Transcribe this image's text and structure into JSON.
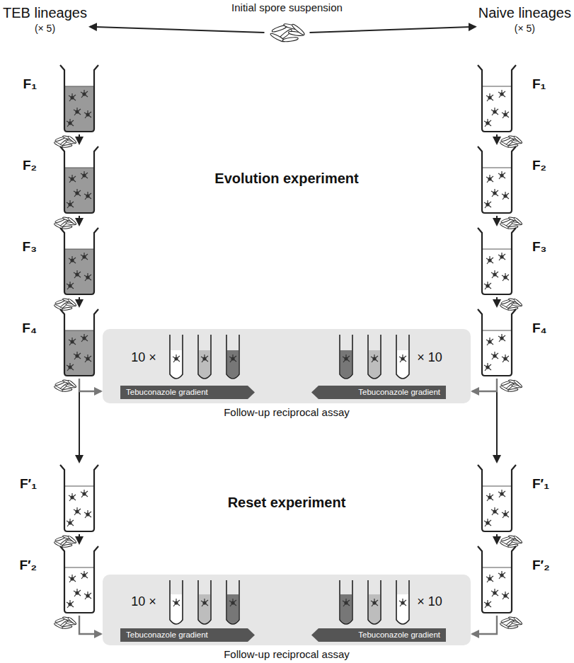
{
  "diagram": {
    "nodes": [
      {
        "text": [
          "Initial spore suspension"
        ]
      },
      {
        "text": [
          "TEB lineages",
          "(× 5)"
        ]
      },
      {
        "text": [
          "Naive lineages",
          "(× 5)"
        ]
      },
      {
        "text": [
          "F₁"
        ]
      },
      {
        "text": [
          "F₁"
        ]
      },
      {
        "text": [
          "F₂"
        ]
      },
      {
        "text": [
          "F₂"
        ]
      },
      {
        "text": [
          "F₃"
        ]
      },
      {
        "text": [
          "F₃"
        ]
      },
      {
        "text": [
          "F₄"
        ]
      },
      {
        "text": [
          "F₄"
        ]
      },
      {
        "text": [
          "Follow-up reciprocal assay"
        ]
      },
      {
        "text": [
          "Tebuconazole gradient"
        ],
        "in": 11
      },
      {
        "text": [
          "Tebuconazole gradient"
        ],
        "in": 11
      },
      {
        "text": [
          "F′₁"
        ]
      },
      {
        "text": [
          "F′₁"
        ]
      },
      {
        "text": [
          "F′₂"
        ]
      },
      {
        "text": [
          "F′₂"
        ]
      },
      {
        "text": [
          "Follow-up reciprocal assay"
        ]
      },
      {
        "text": [
          "Tebuconazole gradient"
        ],
        "in": 18
      },
      {
        "text": [
          "Tebuconazole gradient"
        ],
        "in": 18
      }
    ],
    "edges": [
      {
        "from": 0,
        "to": 1,
        "arrow": "to"
      },
      {
        "from": 0,
        "to": 2,
        "arrow": "to"
      },
      {
        "from": 3,
        "to": 5,
        "arrow": "to"
      },
      {
        "from": 5,
        "to": 7,
        "arrow": "to"
      },
      {
        "from": 7,
        "to": 9,
        "arrow": "to"
      },
      {
        "from": 9,
        "to": 14,
        "arrow": "to"
      },
      {
        "from": 14,
        "to": 16,
        "arrow": "to"
      },
      {
        "from": 4,
        "to": 6,
        "arrow": "to"
      },
      {
        "from": 6,
        "to": 8,
        "arrow": "to"
      },
      {
        "from": 8,
        "to": 10,
        "arrow": "to"
      },
      {
        "from": 10,
        "to": 15,
        "arrow": "to"
      },
      {
        "from": 15,
        "to": 17,
        "arrow": "to"
      },
      {
        "from": 9,
        "to": 11,
        "arrow": "to"
      },
      {
        "from": 10,
        "to": 11,
        "arrow": "to"
      },
      {
        "from": 16,
        "to": 18,
        "arrow": "to"
      },
      {
        "from": 17,
        "to": 18,
        "arrow": "to"
      }
    ],
    "labels": [
      "Evolution experiment",
      "10 ×",
      "× 10",
      "Reset experiment",
      "10 ×",
      "× 10"
    ]
  }
}
